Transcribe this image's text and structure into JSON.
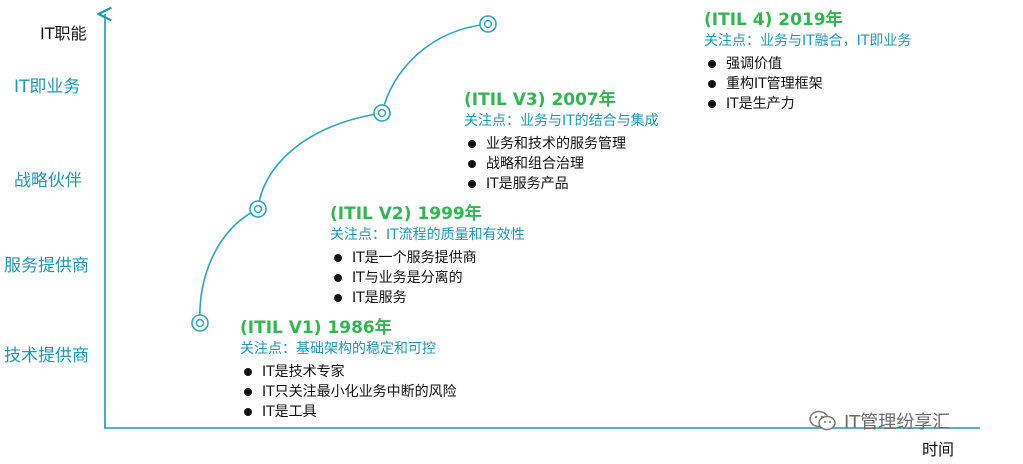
{
  "axes": {
    "y_title": "IT职能",
    "x_title": "时间",
    "y_levels": [
      "IT即业务",
      "战略伙伴",
      "服务提供商",
      "技术提供商"
    ]
  },
  "eras": [
    {
      "title": "(ITIL V1) 1986年",
      "focus": "关注点：基础架构的稳定和可控",
      "points": [
        "IT是技术专家",
        "IT只关注最小化业务中断的风险",
        "IT是工具"
      ]
    },
    {
      "title": "(ITIL V2) 1999年",
      "focus": "关注点：IT流程的质量和有效性",
      "points": [
        "IT是一个服务提供商",
        "IT与业务是分离的",
        "IT是服务"
      ]
    },
    {
      "title": "(ITIL V3) 2007年",
      "focus": "关注点：业务与IT的结合与集成",
      "points": [
        "业务和技术的服务管理",
        "战略和组合治理",
        "IT是服务产品"
      ]
    },
    {
      "title": "(ITIL 4) 2019年",
      "focus": "关注点：业务与IT融合，IT即业务",
      "points": [
        "强调价值",
        "重构IT管理框架",
        "IT是生产力"
      ]
    }
  ],
  "watermark": "IT管理纷享汇",
  "colors": {
    "title": "#2fb84f",
    "focus": "#1a9ab8",
    "curve": "#29a6c2",
    "axis": "#1a9ab8"
  }
}
